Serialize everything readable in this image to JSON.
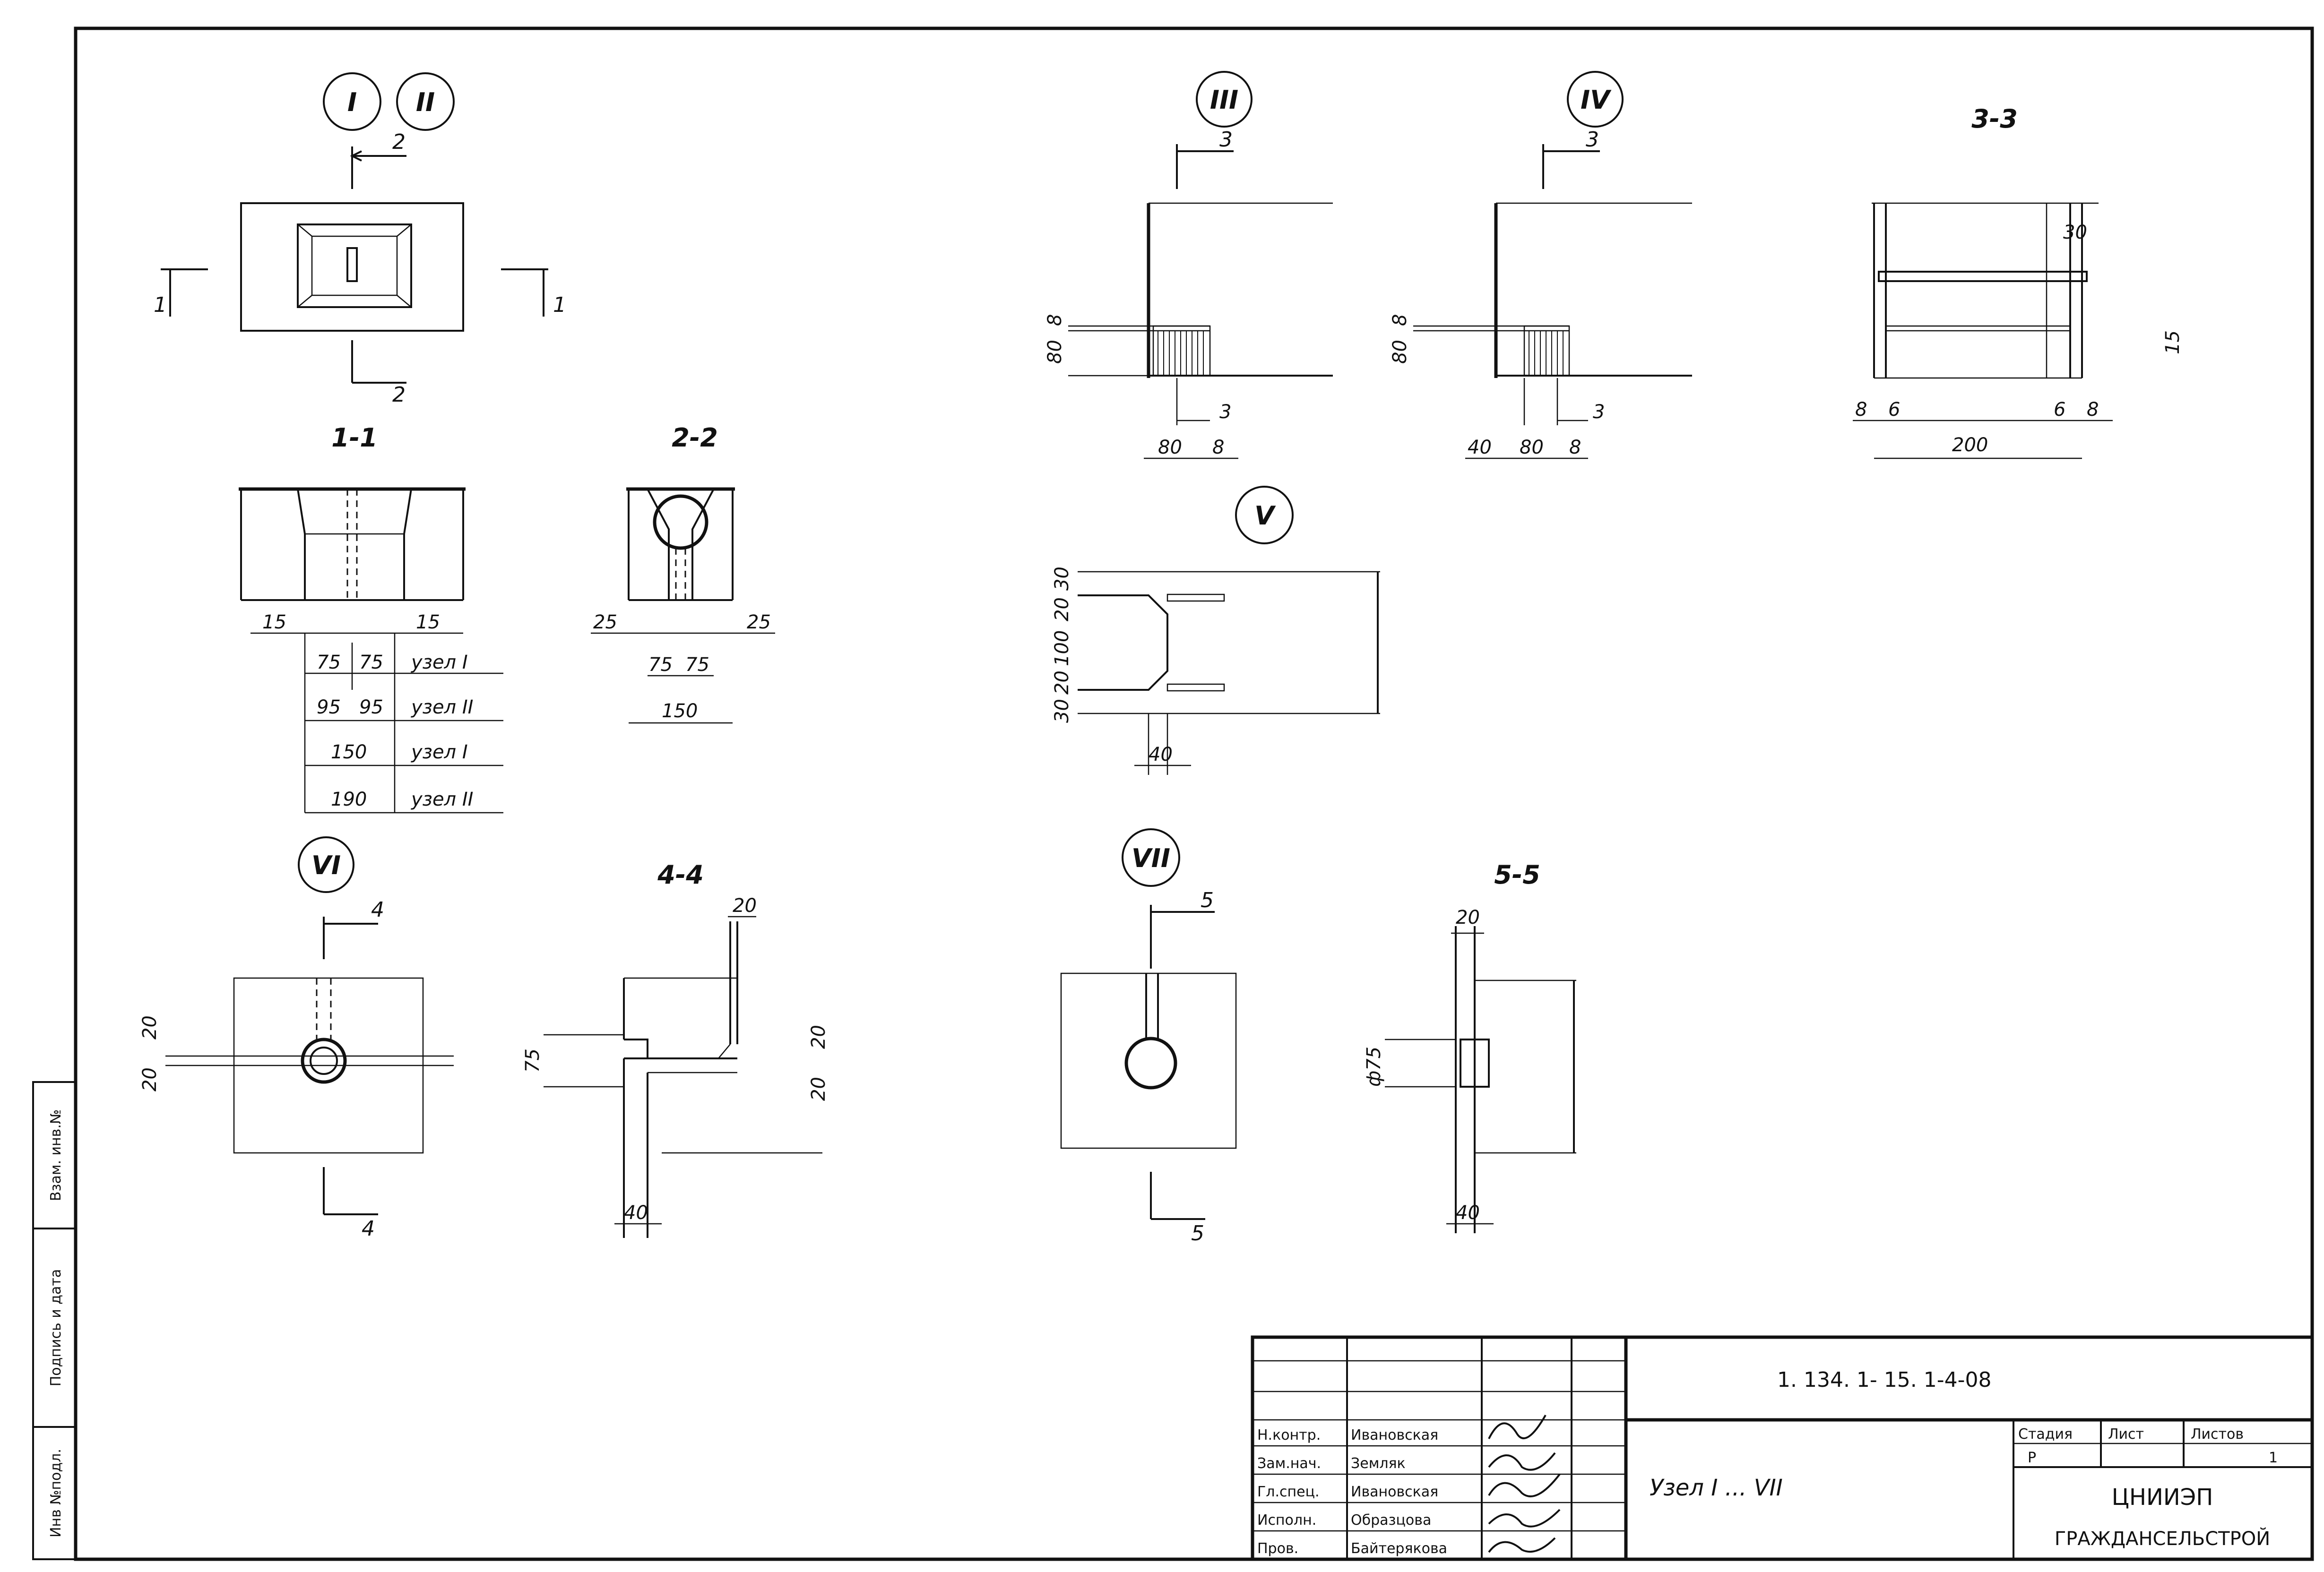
{
  "nodes": {
    "n1": "I",
    "n2": "II",
    "n3": "III",
    "n4": "IV",
    "n5": "V",
    "n6": "VI",
    "n7": "VII"
  },
  "sections": {
    "s11": "1-1",
    "s22": "2-2",
    "s33": "3-3",
    "s44": "4-4",
    "s55": "5-5",
    "cut1": "1",
    "cut2": "2",
    "cut3": "3",
    "cut4": "4",
    "cut5": "5"
  },
  "dims": {
    "d15": "15",
    "d25": "25",
    "d75": "75",
    "d95": "95",
    "d150": "150",
    "d190": "190",
    "d80": "80",
    "d8": "8",
    "d3": "3",
    "d40": "40",
    "d30": "30",
    "d20": "20",
    "d100": "100",
    "d6": "6",
    "d200": "200",
    "d_phi75": "ф75"
  },
  "node_table": {
    "r1": "узел I",
    "r2": "узел II",
    "r3": "узел I",
    "r4": "узел II"
  },
  "side_stamp": {
    "c1": "Инв №подл.",
    "c2": "Подпись и дата",
    "c3": "Взам. инв.№"
  },
  "title_block": {
    "code": "1. 134. 1- 15. 1-4-08",
    "title": "Узел I ... VII",
    "stage_h": "Стадия",
    "sheet_h": "Лист",
    "sheets_h": "Листов",
    "stage": "Р",
    "sheets": "1",
    "org1": "ЦНИИЭП",
    "org2": "ГРАЖДАНСЕЛЬСТРОЙ",
    "roles": [
      "Н.контр.",
      "Зам.нач.",
      "Гл.спец.",
      "Исполн.",
      "Пров."
    ],
    "names": [
      "Ивановская",
      "Земляк",
      "Ивановская",
      "Образцова",
      "Байтерякова"
    ]
  }
}
